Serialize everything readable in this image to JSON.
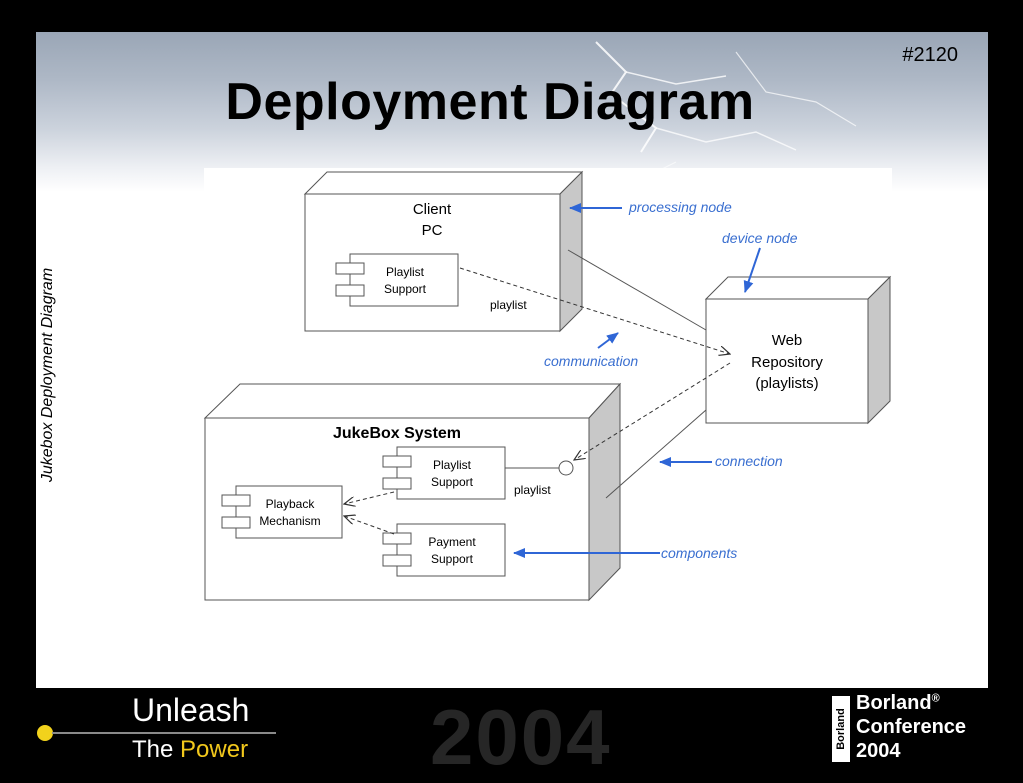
{
  "slide": {
    "number": "#2120",
    "title": "Deployment Diagram",
    "side_caption": "Jukebox Deployment Diagram"
  },
  "diagram": {
    "nodes": {
      "client_pc": {
        "line1": "Client",
        "line2": "PC"
      },
      "web_repository": {
        "line1": "Web",
        "line2": "Repository",
        "line3": "(playlists)"
      },
      "jukebox_system": {
        "label": "JukeBox System"
      }
    },
    "components": {
      "client_playlist_support": {
        "line1": "Playlist",
        "line2": "Support"
      },
      "jukebox_playlist_support": {
        "line1": "Playlist",
        "line2": "Support"
      },
      "playback_mechanism": {
        "line1": "Playback",
        "line2": "Mechanism"
      },
      "payment_support": {
        "line1": "Payment",
        "line2": "Support"
      }
    },
    "dependency_labels": {
      "client": "playlist",
      "jukebox": "playlist"
    },
    "annotations": {
      "processing_node": "processing node",
      "device_node": "device node",
      "communication": "communication",
      "connection": "connection",
      "components": "components"
    },
    "annotation_color": "#3a6fd0"
  },
  "footer": {
    "unleash": "Unleash",
    "the": "The",
    "power": "Power",
    "year": "2004",
    "logo_text": "Borland",
    "conference_line1": "Borland",
    "conference_line1_mark": "®",
    "conference_line2": "Conference",
    "conference_line3": "2004"
  }
}
